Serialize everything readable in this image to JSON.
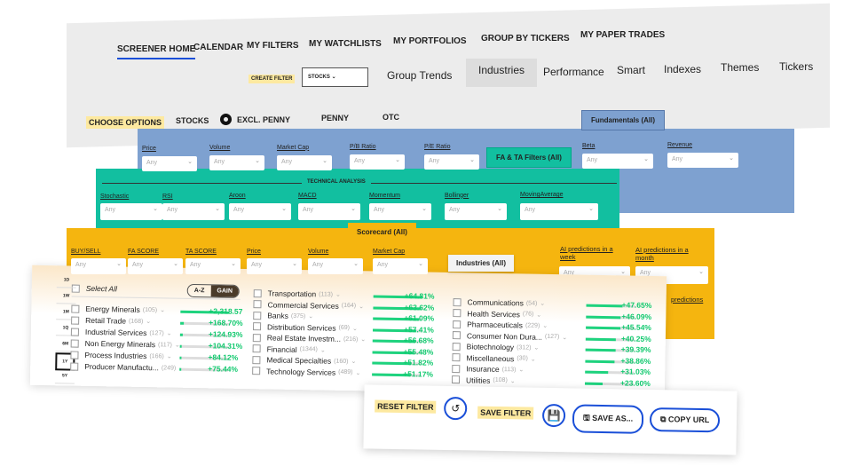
{
  "nav": {
    "items": [
      "SCREENER HOME",
      "CALENDAR",
      "MY FILTERS",
      "MY WATCHLISTS",
      "MY PORTFOLIOS",
      "GROUP BY TICKERS",
      "MY PAPER TRADES"
    ],
    "create_filter": "CREATE FILTER",
    "asset_select": "STOCKS",
    "tabs": [
      "Group Trends",
      "Industries",
      "Performance",
      "Smart",
      "Indexes",
      "Themes",
      "Tickers"
    ]
  },
  "options": {
    "label": "CHOOSE OPTIONS",
    "items": [
      "STOCKS",
      "EXCL. PENNY",
      "PENNY",
      "OTC"
    ]
  },
  "fundamentals": {
    "tab": "Fundamentals (All)",
    "fields": [
      "Price",
      "Volume",
      "Market Cap",
      "P/B Ratio",
      "P/E Ratio",
      "Beta",
      "Revenue"
    ],
    "placeholder": "Any"
  },
  "fata": {
    "tab": "FA & TA Filters (All)",
    "section": "TECHNICAL ANALYSIS",
    "fields": [
      "Stochastic",
      "RSI",
      "Aroon",
      "MACD",
      "Momentum",
      "Bollinger",
      "MovingAverage"
    ]
  },
  "scorecard": {
    "tab": "Scorecard (All)",
    "fields": [
      "BUY/SELL",
      "FA SCORE",
      "TA SCORE",
      "Price",
      "Volume",
      "Market Cap"
    ],
    "ai_week": "AI predictions in a week",
    "ai_month": "AI predictions in a month",
    "ai_more": "predictions"
  },
  "industries": {
    "tab": "Industries (All)",
    "select_all": "Select All",
    "sort_az": "A-Z",
    "sort_gain": "GAIN",
    "timeframes": [
      "1D",
      "1W",
      "1M",
      "1Q",
      "6M",
      "1Y",
      "5Y"
    ],
    "active_timeframe": "1Y",
    "col1": [
      {
        "name": "Energy Minerals",
        "count": "(105)",
        "pct": "+2,318.57",
        "fill": 1.0
      },
      {
        "name": "Retail Trade",
        "count": "(168)",
        "pct": "+168.70%",
        "fill": 0.07
      },
      {
        "name": "Industrial Services",
        "count": "(127)",
        "pct": "+124.93%",
        "fill": 0.05
      },
      {
        "name": "Non Energy Minerals",
        "count": "(117)",
        "pct": "+104.31%",
        "fill": 0.045
      },
      {
        "name": "Process Industries",
        "count": "(166)",
        "pct": "+84.12%",
        "fill": 0.036
      },
      {
        "name": "Producer Manufactu...",
        "count": "(249)",
        "pct": "+75.44%",
        "fill": 0.033
      }
    ],
    "col2": [
      {
        "name": "Transportation",
        "count": "(113)",
        "pct": "+64.81%",
        "fill": 1.0
      },
      {
        "name": "Commercial Services",
        "count": "(164)",
        "pct": "+63.62%",
        "fill": 0.98
      },
      {
        "name": "Banks",
        "count": "(375)",
        "pct": "+61.09%",
        "fill": 0.94
      },
      {
        "name": "Distribution Services",
        "count": "(69)",
        "pct": "+57.41%",
        "fill": 0.89
      },
      {
        "name": "Real Estate Investm...",
        "count": "(216)",
        "pct": "+56.68%",
        "fill": 0.87
      },
      {
        "name": "Financial",
        "count": "(1344)",
        "pct": "+55.48%",
        "fill": 0.86
      },
      {
        "name": "Medical Specialties",
        "count": "(160)",
        "pct": "+51.82%",
        "fill": 0.8
      },
      {
        "name": "Technology Services",
        "count": "(489)",
        "pct": "+51.17%",
        "fill": 0.79
      }
    ],
    "col3": [
      {
        "name": "Communications",
        "count": "(54)",
        "pct": "+47.65%",
        "fill": 0.74
      },
      {
        "name": "Health Services",
        "count": "(76)",
        "pct": "+46.09%",
        "fill": 0.71
      },
      {
        "name": "Pharmaceuticals",
        "count": "(229)",
        "pct": "+45.54%",
        "fill": 0.7
      },
      {
        "name": "Consumer Non Dura...",
        "count": "(127)",
        "pct": "+40.25%",
        "fill": 0.62
      },
      {
        "name": "Biotechnology",
        "count": "(312)",
        "pct": "+39.39%",
        "fill": 0.61
      },
      {
        "name": "Miscellaneous",
        "count": "(30)",
        "pct": "+38.86%",
        "fill": 0.6
      },
      {
        "name": "Insurance",
        "count": "(113)",
        "pct": "+31.03%",
        "fill": 0.48
      },
      {
        "name": "Utilities",
        "count": "(108)",
        "pct": "+23.60%",
        "fill": 0.36
      }
    ]
  },
  "actions": {
    "reset": "RESET FILTER",
    "save": "SAVE FILTER",
    "save_as": "SAVE AS...",
    "copy_url": "COPY URL"
  }
}
